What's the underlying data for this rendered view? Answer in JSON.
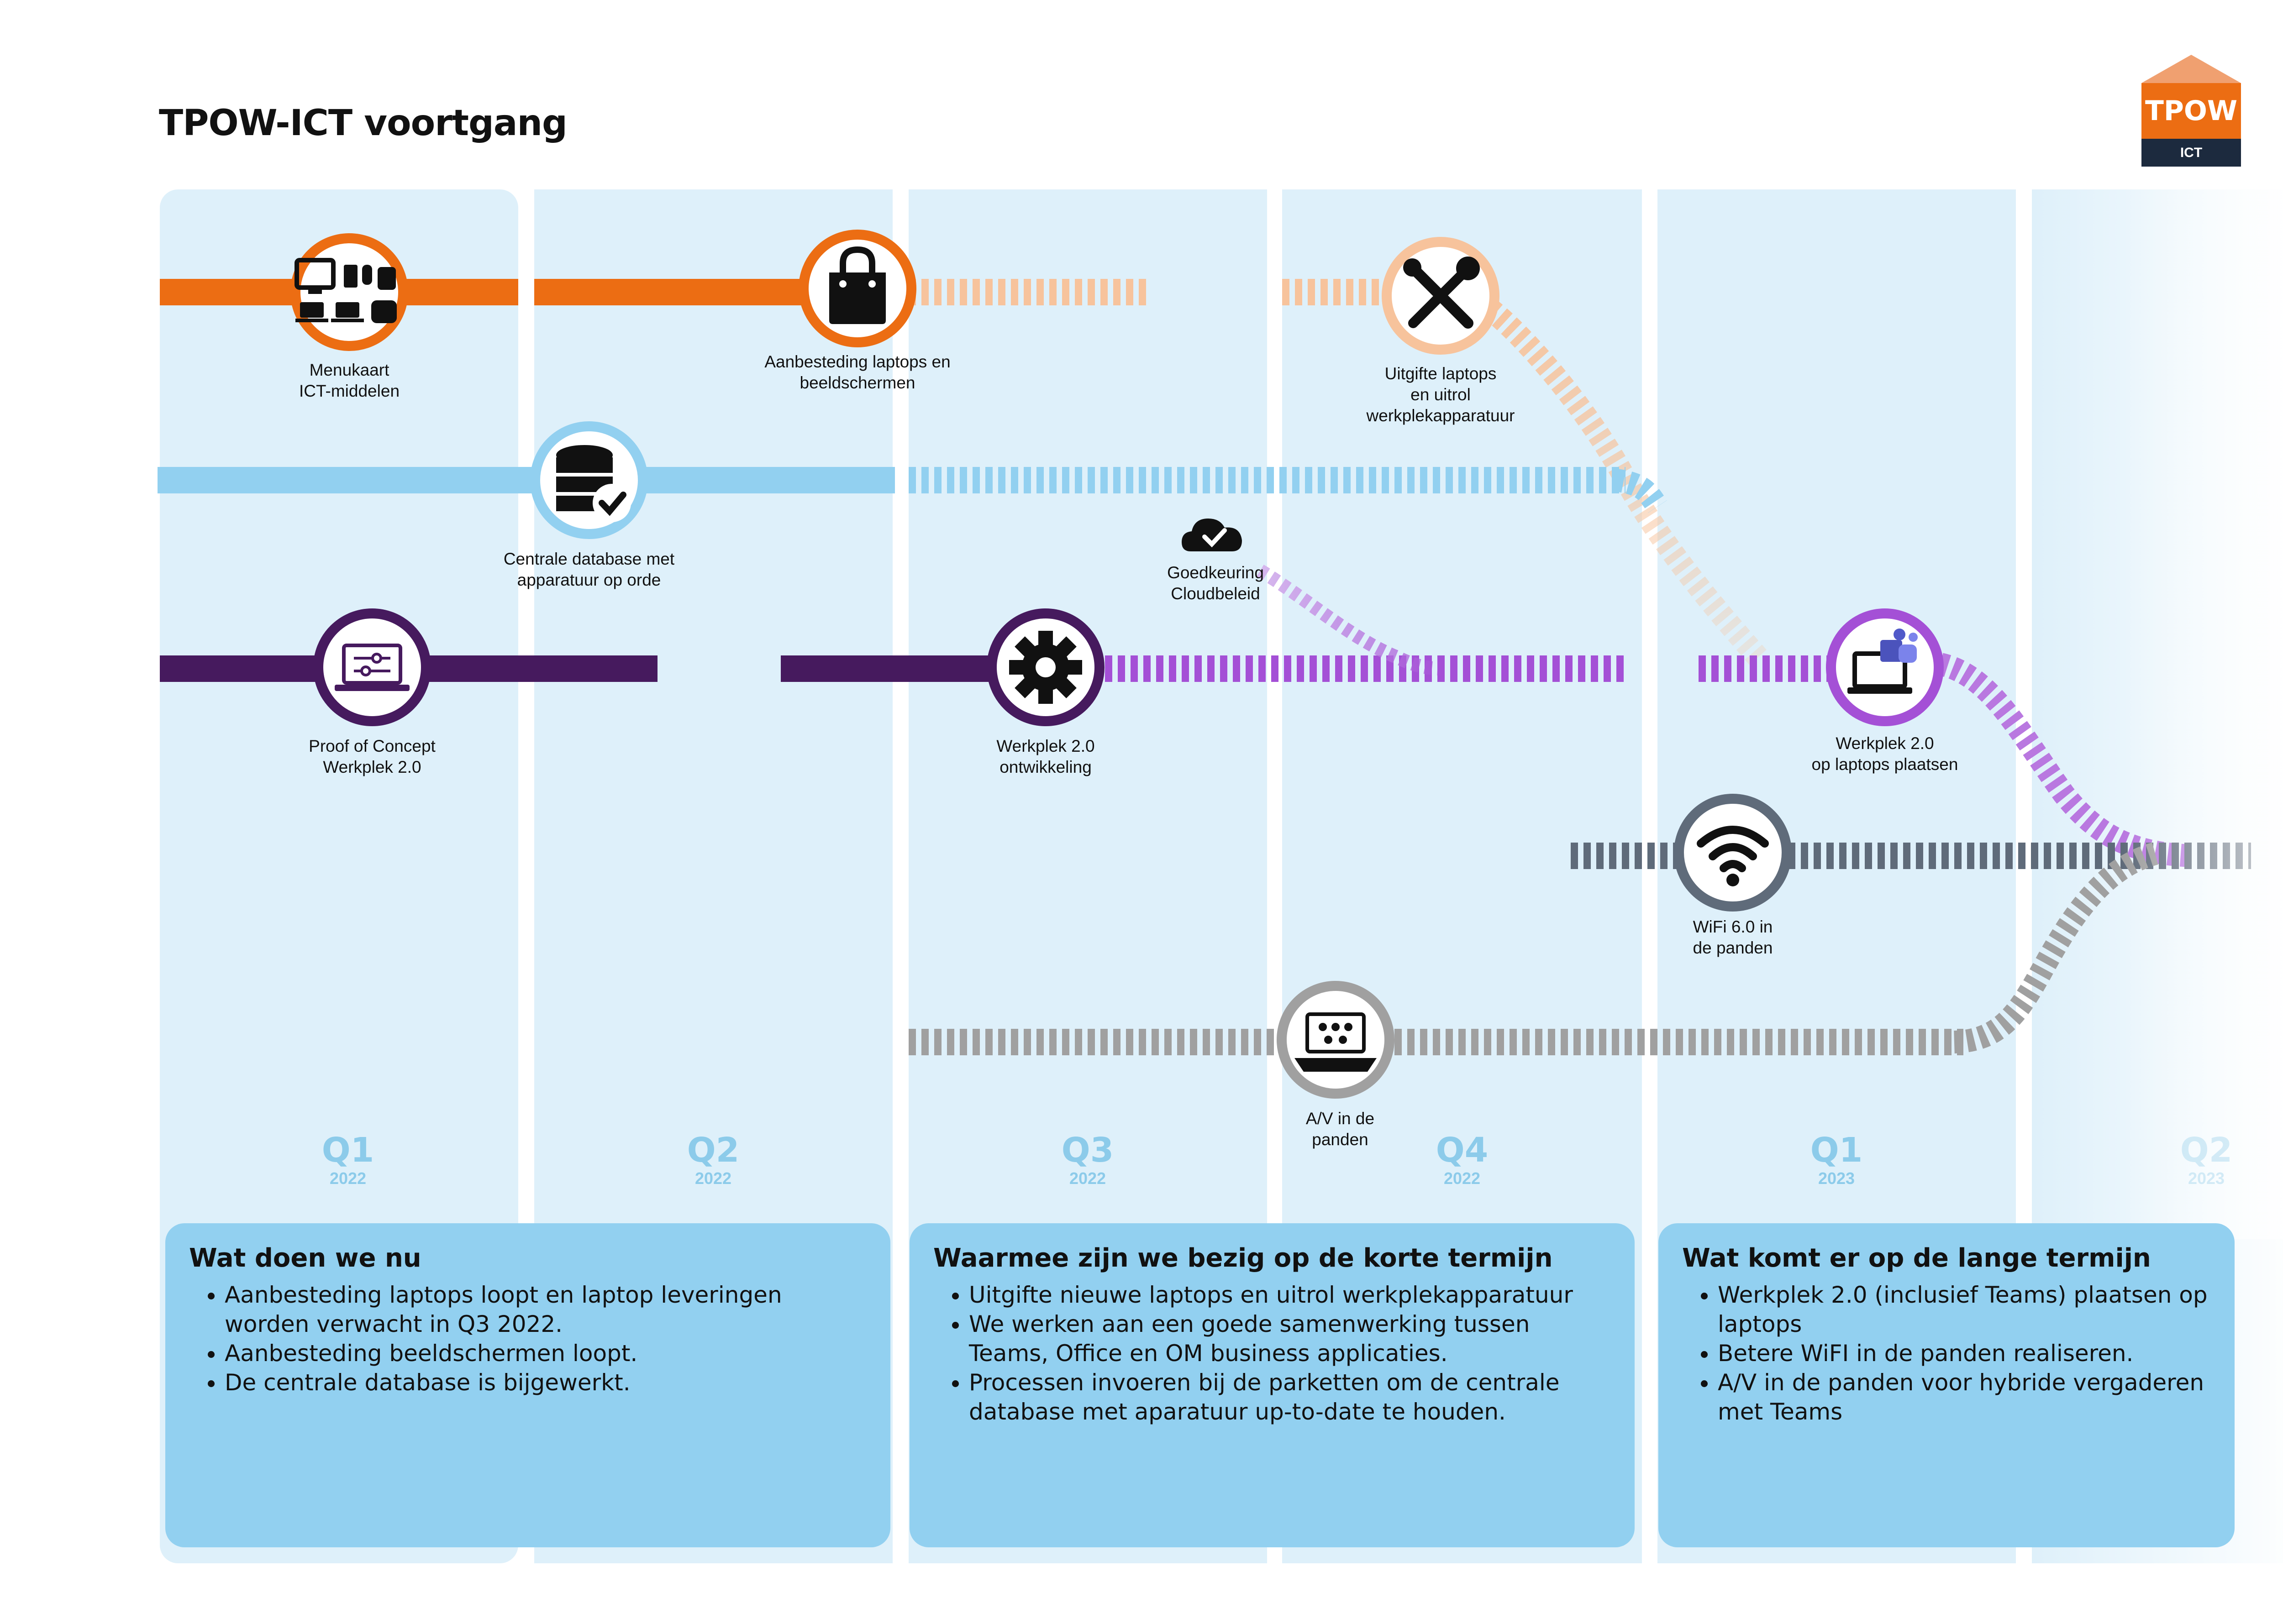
{
  "title": "TPOW-ICT voortgang",
  "logo": {
    "main": "TPOW",
    "sub": "ICT"
  },
  "quarters": [
    {
      "q": "Q1",
      "year": "2022"
    },
    {
      "q": "Q2",
      "year": "2022"
    },
    {
      "q": "Q3",
      "year": "2022"
    },
    {
      "q": "Q4",
      "year": "2022"
    },
    {
      "q": "Q1",
      "year": "2023"
    },
    {
      "q": "Q2",
      "year": "2023"
    }
  ],
  "milestones": [
    {
      "id": "menukaart",
      "line1": "Menukaart",
      "line2": "ICT-middelen",
      "line3": "",
      "icon": "devices-icon"
    },
    {
      "id": "aanbesteding",
      "line1": "Aanbesteding laptops en",
      "line2": "beeldschermen",
      "line3": "",
      "icon": "shopping-bag-icon"
    },
    {
      "id": "uitgifte",
      "line1": "Uitgifte laptops",
      "line2": "en uitrol",
      "line3": "werkplekapparatuur",
      "icon": "tools-icon"
    },
    {
      "id": "database",
      "line1": "Centrale database met",
      "line2": "apparatuur op orde",
      "line3": "",
      "icon": "database-check-icon"
    },
    {
      "id": "cloud",
      "line1": "Goedkeuring",
      "line2": "Cloudbeleid",
      "line3": "",
      "icon": "cloud-check-icon"
    },
    {
      "id": "poc",
      "line1": "Proof of Concept",
      "line2": "Werkplek 2.0",
      "line3": "",
      "icon": "laptop-settings-icon"
    },
    {
      "id": "werkplek-dev",
      "line1": "Werkplek 2.0",
      "line2": "ontwikkeling",
      "line3": "",
      "icon": "gear-icon"
    },
    {
      "id": "werkplek-laptops",
      "line1": "Werkplek 2.0",
      "line2": "op laptops plaatsen",
      "line3": "",
      "icon": "teams-laptop-icon"
    },
    {
      "id": "wifi",
      "line1": "WiFi 6.0 in",
      "line2": "de panden",
      "line3": "",
      "icon": "wifi-icon"
    },
    {
      "id": "av",
      "line1": "A/V in de",
      "line2": "panden",
      "line3": "",
      "icon": "video-conference-icon"
    }
  ],
  "colors": {
    "orange": "#ec6d13",
    "orange_light": "#f7c39c",
    "blue": "#92d0f0",
    "purple_dark": "#461a5e",
    "purple": "#a450d6",
    "slate": "#5f6b7a",
    "gray": "#a0a0a0",
    "column_bg": "#def0fa"
  },
  "panels": [
    {
      "heading": "Wat doen we nu",
      "items": [
        "Aanbesteding laptops loopt en laptop leveringen worden verwacht in Q3 2022.",
        "Aanbesteding beeldschermen loopt.",
        "De centrale database is bijgewerkt."
      ]
    },
    {
      "heading": "Waarmee zijn we bezig op de korte termijn",
      "items": [
        "Uitgifte nieuwe laptops en uitrol werkplekapparatuur",
        "We werken aan een goede samenwerking tussen Teams, Office en OM business applicaties.",
        "Processen invoeren bij de parketten om de centrale database met aparatuur up-to-date te houden."
      ]
    },
    {
      "heading": "Wat komt er op de lange termijn",
      "items": [
        "Werkplek 2.0 (inclusief Teams) plaatsen op laptops",
        "Betere WiFI in de panden realiseren.",
        "A/V in de panden voor hybride vergaderen met Teams"
      ]
    }
  ]
}
